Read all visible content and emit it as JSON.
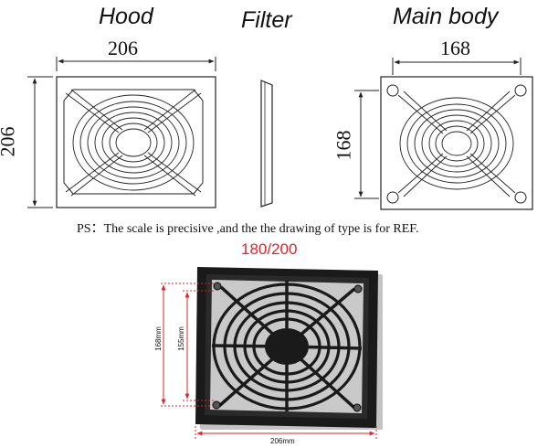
{
  "titles": {
    "hood": "Hood",
    "filter": "Filter",
    "main_body": "Main body"
  },
  "dimensions": {
    "hood_width": "206",
    "hood_height": "206",
    "main_width": "168",
    "main_height": "168"
  },
  "note": "PS：The scale is precisive ,and the the drawing of type is for REF.",
  "photo": {
    "title": "180/200",
    "dim_outer_height": "168mm",
    "dim_inner_height": "155mm",
    "dim_width": "206mm"
  },
  "colors": {
    "annotation": "#e0242a",
    "line": "#222222",
    "frame": "#1a1a1a",
    "filter_pad": "#c9c9c9"
  }
}
